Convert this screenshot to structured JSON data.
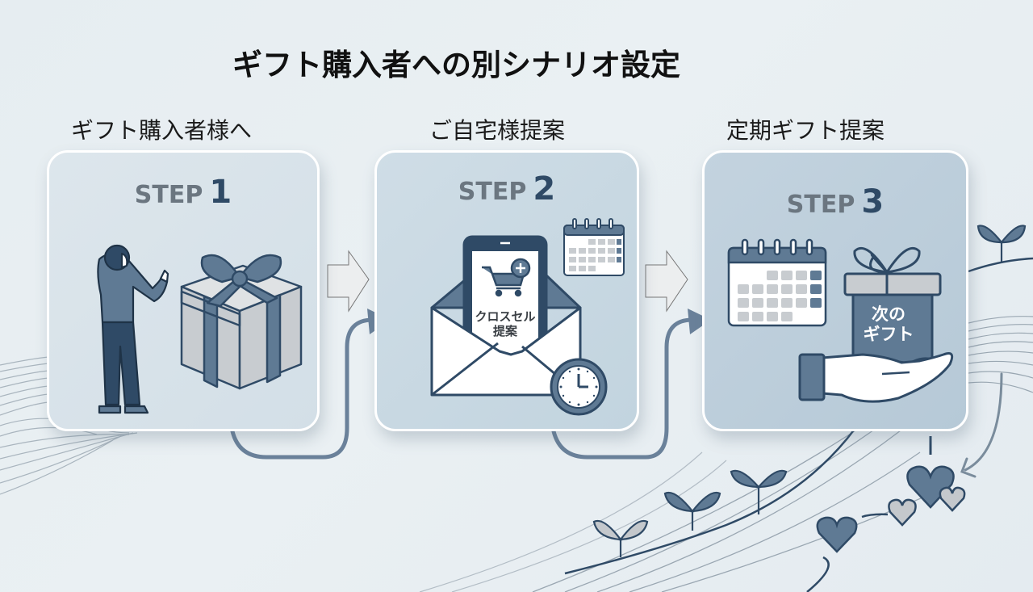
{
  "title": "ギフト購入者への別シナリオ設定",
  "steps": [
    {
      "label": "ギフト購入者様へ",
      "step_word": "STEP",
      "step_number": "1",
      "illustration": [
        "person-pointing-icon",
        "gift-box-icon"
      ]
    },
    {
      "label": "ご自宅様提案",
      "step_word": "STEP",
      "step_number": "2",
      "illustration": [
        "envelope-icon",
        "smartphone-icon",
        "shopping-cart-plus-icon",
        "calendar-icon",
        "clock-icon"
      ],
      "screen_text_line1": "クロスセル",
      "screen_text_line2": "提案"
    },
    {
      "label": "定期ギフト提案",
      "step_word": "STEP",
      "step_number": "3",
      "illustration": [
        "calendar-icon",
        "gift-box-icon",
        "open-hand-icon"
      ],
      "gift_text_line1": "次の",
      "gift_text_line2": "ギフト"
    }
  ],
  "decorations": [
    "sprout-icon",
    "heart-icon",
    "flow-arrow",
    "block-arrow"
  ],
  "colors": {
    "dark_navy": "#2f4a66",
    "slate": "#5f7a94",
    "light_gray": "#c8ccd0",
    "card_border": "#ffffff",
    "step_word": "#6b7680",
    "background": "#e8eef2"
  }
}
